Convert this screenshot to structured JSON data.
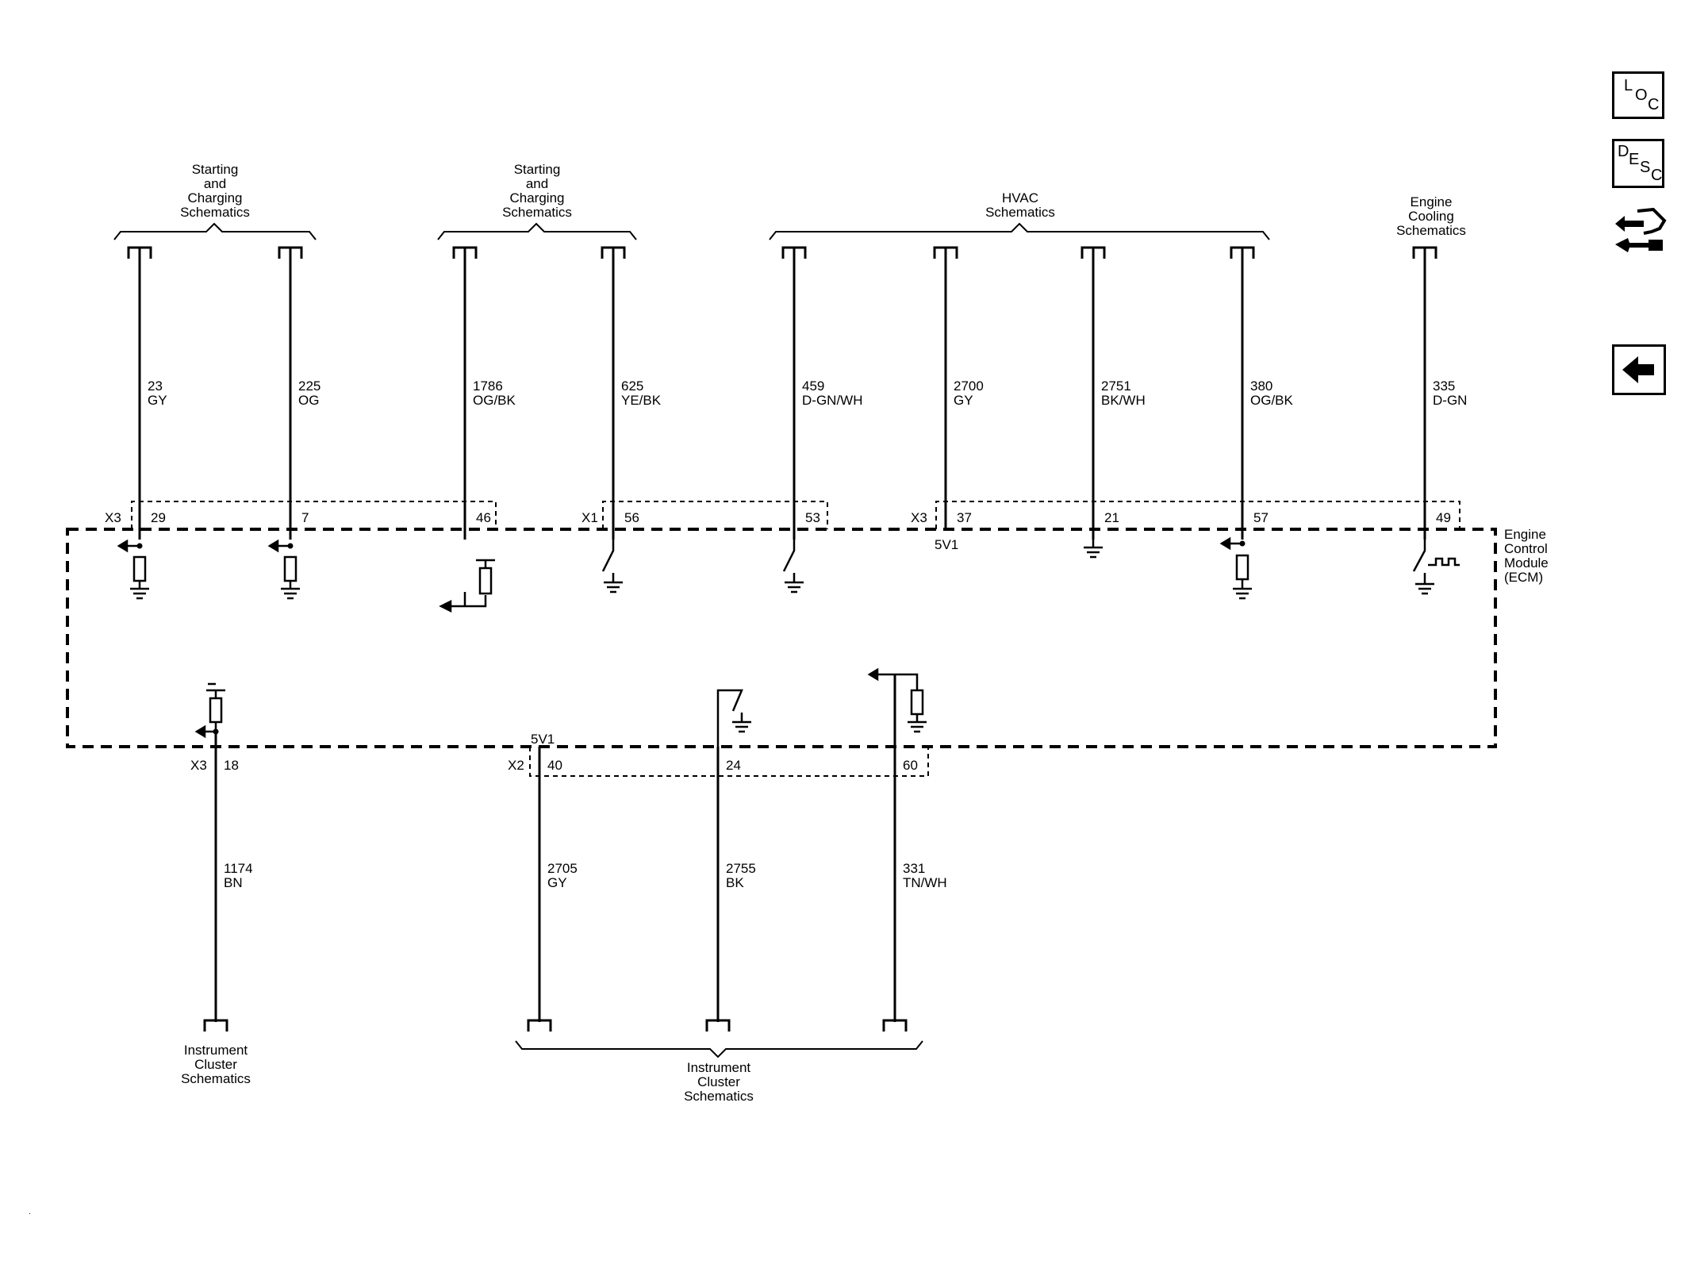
{
  "nav": {
    "loc": {
      "a": "L",
      "b": "O",
      "c": "C"
    },
    "desc": {
      "a": "D",
      "b": "E",
      "c": "S",
      "d": "C"
    }
  },
  "module": {
    "line1": "Engine",
    "line2": "Control",
    "line3": "Module",
    "line4": "(ECM)"
  },
  "groups": {
    "top_sc1": [
      "Starting",
      "and",
      "Charging",
      "Schematics"
    ],
    "top_sc2": [
      "Starting",
      "and",
      "Charging",
      "Schematics"
    ],
    "top_hvac": [
      "HVAC",
      "Schematics"
    ],
    "top_ecs": [
      "Engine",
      "Cooling",
      "Schematics"
    ],
    "bot_ic1": [
      "Instrument",
      "Cluster",
      "Schematics"
    ],
    "bot_ic2": [
      "Instrument",
      "Cluster",
      "Schematics"
    ]
  },
  "connectors": {
    "x3_top": "X3",
    "x1_top": "X1",
    "x3_top2": "X3",
    "x3_bot": "X3",
    "x2_bot": "X2"
  },
  "refs": {
    "v5_top": "5V1",
    "v5_bot": "5V1"
  },
  "top_wires": [
    {
      "circuit": "23",
      "color": "GY",
      "pin": "29"
    },
    {
      "circuit": "225",
      "color": "OG",
      "pin": "7"
    },
    {
      "circuit": "1786",
      "color": "OG/BK",
      "pin": "46"
    },
    {
      "circuit": "625",
      "color": "YE/BK",
      "pin": "56"
    },
    {
      "circuit": "459",
      "color": "D-GN/WH",
      "pin": "53"
    },
    {
      "circuit": "2700",
      "color": "GY",
      "pin": "37"
    },
    {
      "circuit": "2751",
      "color": "BK/WH",
      "pin": "21"
    },
    {
      "circuit": "380",
      "color": "OG/BK",
      "pin": "57"
    },
    {
      "circuit": "335",
      "color": "D-GN",
      "pin": "49"
    }
  ],
  "bottom_wires": [
    {
      "circuit": "1174",
      "color": "BN",
      "pin": "18"
    },
    {
      "circuit": "2705",
      "color": "GY",
      "pin": "40"
    },
    {
      "circuit": "2755",
      "color": "BK",
      "pin": "24"
    },
    {
      "circuit": "331",
      "color": "TN/WH",
      "pin": "60"
    }
  ]
}
